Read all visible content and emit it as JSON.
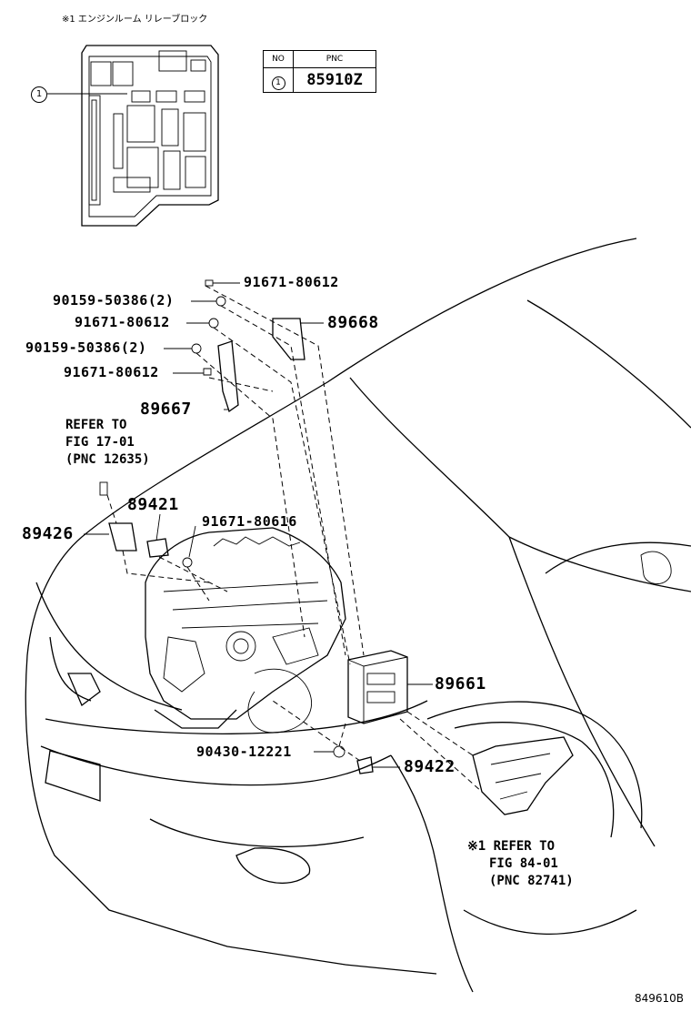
{
  "relay_block_note": "※1 エンジンルーム リレーブロック",
  "pnc_table": {
    "header_no": "NO",
    "header_pnc": "PNC",
    "row_no": "1",
    "row_pnc": "85910Z"
  },
  "callout_1": "1",
  "labels": {
    "p91671_80612_a": "91671-80612",
    "p90159_50386_a": "90159-50386(2)",
    "p91671_80612_b": "91671-80612",
    "p89668": "89668",
    "p90159_50386_b": "90159-50386(2)",
    "p91671_80612_c": "91671-80612",
    "p89667": "89667",
    "p89421": "89421",
    "p91671_80616": "91671-80616",
    "p89426": "89426",
    "p89661": "89661",
    "p90430_12221": "90430-12221",
    "p89422": "89422"
  },
  "refer_1": {
    "line1": "REFER TO",
    "line2": "FIG 17-01",
    "line3": "(PNC 12635)"
  },
  "refer_2": {
    "line1": "※1 REFER TO",
    "line2": "FIG 84-01",
    "line3": "(PNC 82741)"
  },
  "diagram_code": "849610B"
}
